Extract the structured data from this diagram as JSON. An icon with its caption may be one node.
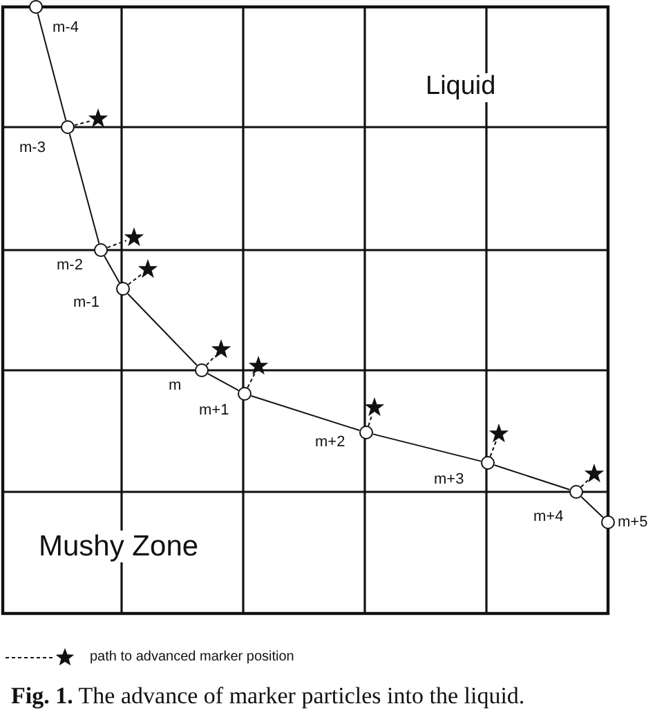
{
  "diagram": {
    "caption": "**Fig. 1.** The advance of marker particles into the liquid.",
    "nodes": [
      {
        "text": [],
        "shape": "circle",
        "beside": [
          "m-4"
        ]
      },
      {
        "text": [],
        "shape": "circle",
        "beside": [
          "m-3"
        ]
      },
      {
        "text": [],
        "shape": "circle",
        "beside": [
          "m-2"
        ]
      },
      {
        "text": [],
        "shape": "circle",
        "beside": [
          "m-1"
        ]
      },
      {
        "text": [],
        "shape": "circle",
        "beside": [
          "m"
        ]
      },
      {
        "text": [],
        "shape": "circle",
        "beside": [
          "m+1"
        ]
      },
      {
        "text": [],
        "shape": "circle",
        "beside": [
          "m+2"
        ]
      },
      {
        "text": [],
        "shape": "circle",
        "beside": [
          "m+3"
        ]
      },
      {
        "text": [],
        "shape": "circle",
        "beside": [
          "m+4"
        ]
      },
      {
        "text": [],
        "shape": "circle",
        "beside": [
          "m+5"
        ]
      },
      {
        "text": [],
        "shape": "star"
      },
      {
        "text": [],
        "shape": "star"
      },
      {
        "text": [],
        "shape": "star"
      },
      {
        "text": [],
        "shape": "star"
      },
      {
        "text": [],
        "shape": "star"
      },
      {
        "text": [],
        "shape": "star"
      },
      {
        "text": [],
        "shape": "star"
      },
      {
        "text": [],
        "shape": "star"
      }
    ],
    "edges": [
      {
        "from": 0,
        "to": 1,
        "arrow": "none"
      },
      {
        "from": 1,
        "to": 2,
        "arrow": "none"
      },
      {
        "from": 2,
        "to": 3,
        "arrow": "none"
      },
      {
        "from": 3,
        "to": 4,
        "arrow": "none"
      },
      {
        "from": 4,
        "to": 5,
        "arrow": "none"
      },
      {
        "from": 5,
        "to": 6,
        "arrow": "none"
      },
      {
        "from": 6,
        "to": 7,
        "arrow": "none"
      },
      {
        "from": 7,
        "to": 8,
        "arrow": "none"
      },
      {
        "from": 8,
        "to": 9,
        "arrow": "none"
      },
      {
        "from": 1,
        "to": 10,
        "arrow": "none",
        "style": "dashed"
      },
      {
        "from": 2,
        "to": 11,
        "arrow": "none",
        "style": "dashed"
      },
      {
        "from": 3,
        "to": 12,
        "arrow": "none",
        "style": "dashed"
      },
      {
        "from": 4,
        "to": 13,
        "arrow": "none",
        "style": "dashed"
      },
      {
        "from": 5,
        "to": 14,
        "arrow": "none",
        "style": "dashed"
      },
      {
        "from": 6,
        "to": 15,
        "arrow": "none",
        "style": "dashed"
      },
      {
        "from": 7,
        "to": 16,
        "arrow": "none",
        "style": "dashed"
      },
      {
        "from": 8,
        "to": 17,
        "arrow": "none",
        "style": "dashed"
      }
    ],
    "labels": [
      "Liquid",
      "Mushy Zone"
    ],
    "legend": [
      {
        "text": "path to advanced marker position"
      }
    ]
  }
}
